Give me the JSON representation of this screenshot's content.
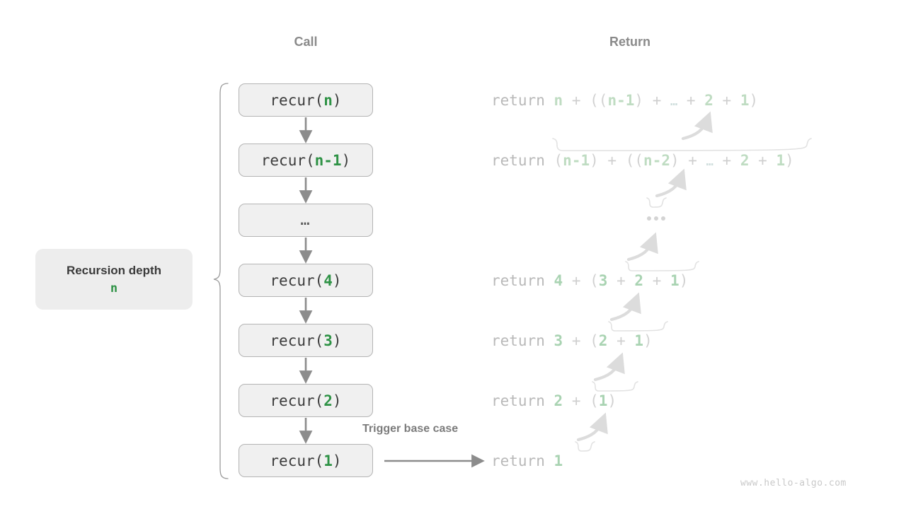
{
  "headers": {
    "call": "Call",
    "return": "Return"
  },
  "depth_card": {
    "title": "Recursion depth",
    "value": "n"
  },
  "trigger_label": "Trigger base case",
  "watermark": "www.hello-algo.com",
  "colors": {
    "accent_green": "#2e9245",
    "faded_green": "#bfdcc2",
    "box_fill": "#f0f0f0",
    "box_border": "#b4b4b4",
    "text_gray": "#3c3c3c",
    "muted_gray": "#b8b8b8",
    "header_gray": "#8a8a8a",
    "arrow_gray": "#8c8c8c",
    "faint_gray": "#dcdcdc"
  },
  "call_stack": [
    {
      "name": "call-box-n",
      "prefix": "recur(",
      "arg": "n",
      "suffix": ")",
      "ellipsis": false
    },
    {
      "name": "call-box-n-1",
      "prefix": "recur(",
      "arg": "n-1",
      "suffix": ")",
      "ellipsis": false
    },
    {
      "name": "call-box-dots",
      "prefix": "",
      "arg": "…",
      "suffix": "",
      "ellipsis": true
    },
    {
      "name": "call-box-4",
      "prefix": "recur(",
      "arg": "4",
      "suffix": ")",
      "ellipsis": false
    },
    {
      "name": "call-box-3",
      "prefix": "recur(",
      "arg": "3",
      "suffix": ")",
      "ellipsis": false
    },
    {
      "name": "call-box-2",
      "prefix": "recur(",
      "arg": "2",
      "suffix": ")",
      "ellipsis": false
    },
    {
      "name": "call-box-1",
      "prefix": "recur(",
      "arg": "1",
      "suffix": ")",
      "ellipsis": false
    }
  ],
  "returns": [
    {
      "name": "return-line-n",
      "keyword": "return",
      "expression": "n + ((n-1) + … + 2 + 1)"
    },
    {
      "name": "return-line-n-1",
      "keyword": "return",
      "expression": "(n-1) + ((n-2) + … + 2 + 1)"
    },
    {
      "name": "return-line-4",
      "keyword": "return",
      "expression": "4 + (3 + 2 + 1)"
    },
    {
      "name": "return-line-3",
      "keyword": "return",
      "expression": "3 + (2 + 1)"
    },
    {
      "name": "return-line-2",
      "keyword": "return",
      "expression": "2 + (1)"
    },
    {
      "name": "return-line-1",
      "keyword": "return",
      "expression": "1"
    }
  ],
  "return_ellipsis": "…"
}
